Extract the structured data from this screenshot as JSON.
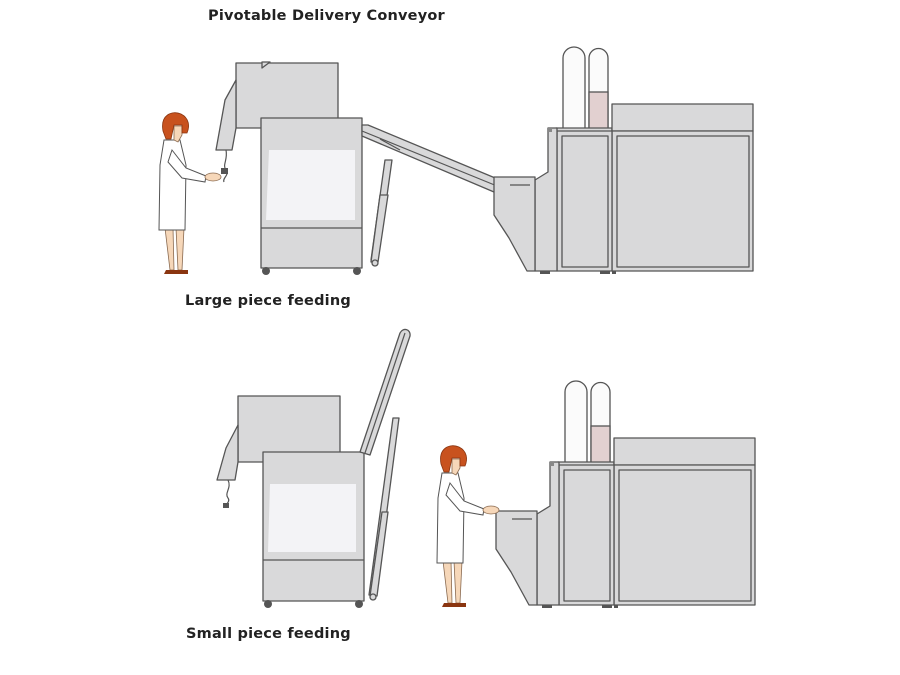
{
  "diagram": {
    "title": "Pivotable Delivery Conveyor",
    "scenes": [
      {
        "label": "Large piece feeding",
        "conveyor_position": "lowered",
        "operator_action": "feeding at conveyor inlet via hand control"
      },
      {
        "label": "Small piece feeding",
        "conveyor_position": "raised",
        "operator_action": "feeding directly into slicer infeed"
      }
    ]
  },
  "colors": {
    "machine_fill": "#d9d9da",
    "machine_stroke": "#555555",
    "window_fill": "#f3f3f6",
    "hair": "#c8521e",
    "skin": "#f6d7b9",
    "coat": "#ffffff",
    "tower_tint": "#e2d0d0"
  }
}
